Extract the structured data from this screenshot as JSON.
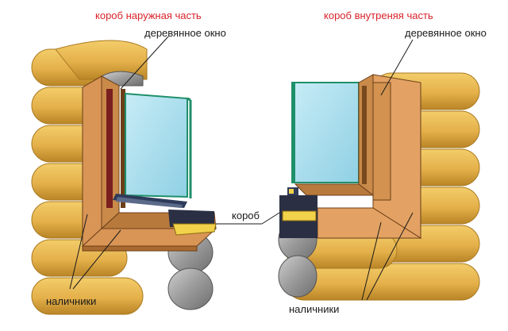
{
  "left_view": {
    "title": "короб наружная часть",
    "window_label": "деревянное окно",
    "trim_label": "наличники"
  },
  "right_view": {
    "title": "короб внутреняя часть",
    "window_label": "деревянное окно",
    "trim_label": "наличники"
  },
  "center_label": "короб",
  "colors": {
    "title": "#d8232a",
    "log": "#e8b84a",
    "log_shade": "#c9922a",
    "frame": "#c98a4a",
    "trim": "#d99556",
    "glass": "#a9dcec",
    "glass_edge": "#1f8f6a",
    "end_grain": "#8a8a8a",
    "seal": "#f1d24a",
    "dark_strip": "#2f3b5a"
  }
}
